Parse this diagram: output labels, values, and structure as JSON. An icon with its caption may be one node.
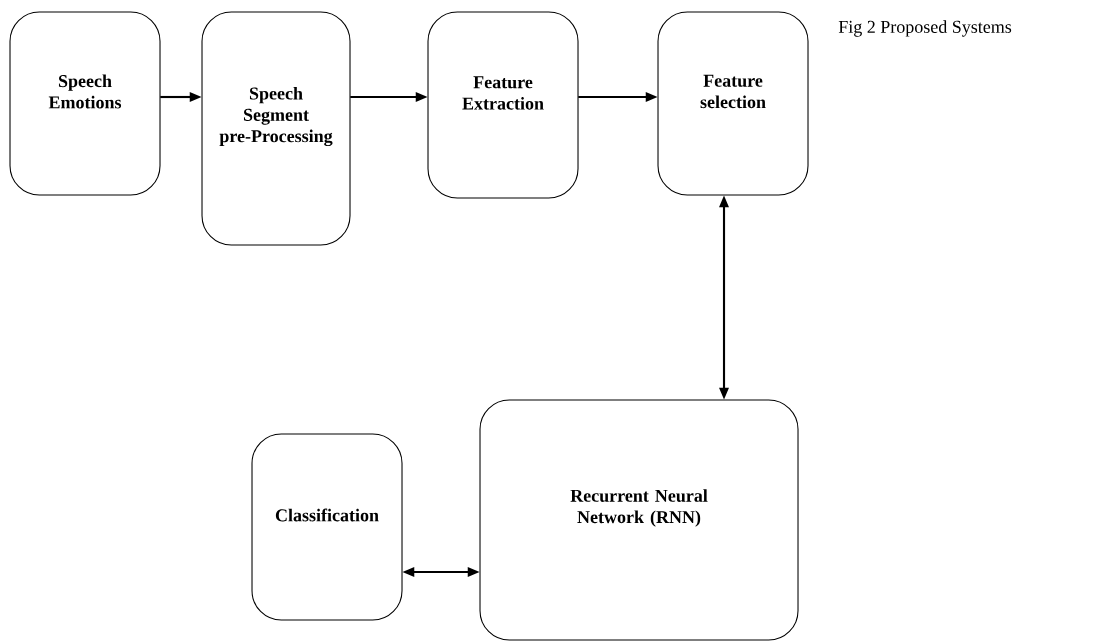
{
  "diagram": {
    "caption": "Fig 2 Proposed Systems",
    "nodes": [
      {
        "text": [
          "Speech Emotions"
        ]
      },
      {
        "text": [
          "Speech Segment pre-Processing"
        ]
      },
      {
        "text": [
          "Feature Extraction"
        ]
      },
      {
        "text": [
          "Feature selection"
        ]
      },
      {
        "text": [
          "Classification"
        ]
      },
      {
        "text": [
          "Recurrent Neural Network (RNN)"
        ]
      }
    ],
    "edges": [
      {
        "from": 0,
        "to": 1,
        "arrow": "to"
      },
      {
        "from": 1,
        "to": 2,
        "arrow": "to"
      },
      {
        "from": 2,
        "to": 3,
        "arrow": "to"
      },
      {
        "from": 3,
        "to": 5,
        "arrow": "both"
      },
      {
        "from": 4,
        "to": 5,
        "arrow": "both"
      }
    ]
  }
}
